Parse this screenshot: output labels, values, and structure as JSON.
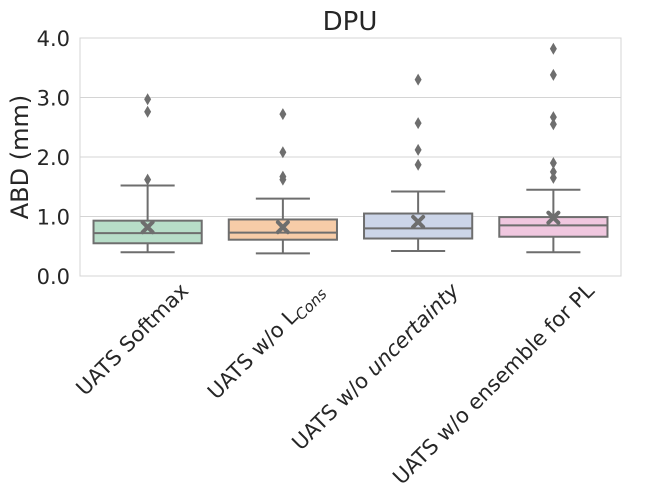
{
  "chart_data": {
    "type": "box",
    "title": "DPU",
    "xlabel": "",
    "ylabel": "ABD (mm)",
    "ylim": [
      0,
      4
    ],
    "yticks": [
      "0.0",
      "1.0",
      "2.0",
      "3.0",
      "4.0"
    ],
    "grid": true,
    "categories": [
      {
        "prefix": "UATS Softmax",
        "italic": ""
      },
      {
        "prefix": "UATS w/o L",
        "italic": "Cons"
      },
      {
        "prefix": "UATS w/o ",
        "italic": "uncertainty"
      },
      {
        "prefix": "UATS w/o ensemble for PL",
        "italic": ""
      }
    ],
    "series": [
      {
        "q1": 0.55,
        "median": 0.72,
        "q3": 0.93,
        "whisker_low": 0.4,
        "whisker_high": 1.52,
        "mean": 0.82,
        "outliers": [
          1.62,
          2.76,
          2.97
        ],
        "color": "#b7ddc8"
      },
      {
        "q1": 0.61,
        "median": 0.73,
        "q3": 0.95,
        "whisker_low": 0.38,
        "whisker_high": 1.3,
        "mean": 0.82,
        "outliers": [
          1.62,
          1.67,
          2.08,
          2.72
        ],
        "color": "#f7cca8"
      },
      {
        "q1": 0.63,
        "median": 0.8,
        "q3": 1.05,
        "whisker_low": 0.42,
        "whisker_high": 1.42,
        "mean": 0.91,
        "outliers": [
          1.87,
          2.12,
          2.57,
          3.3
        ],
        "color": "#ccd5e8"
      },
      {
        "q1": 0.66,
        "median": 0.85,
        "q3": 0.99,
        "whisker_low": 0.4,
        "whisker_high": 1.45,
        "mean": 0.98,
        "outliers": [
          1.65,
          1.75,
          1.9,
          2.55,
          2.67,
          3.38,
          3.82
        ],
        "color": "#f0c7df"
      }
    ]
  }
}
